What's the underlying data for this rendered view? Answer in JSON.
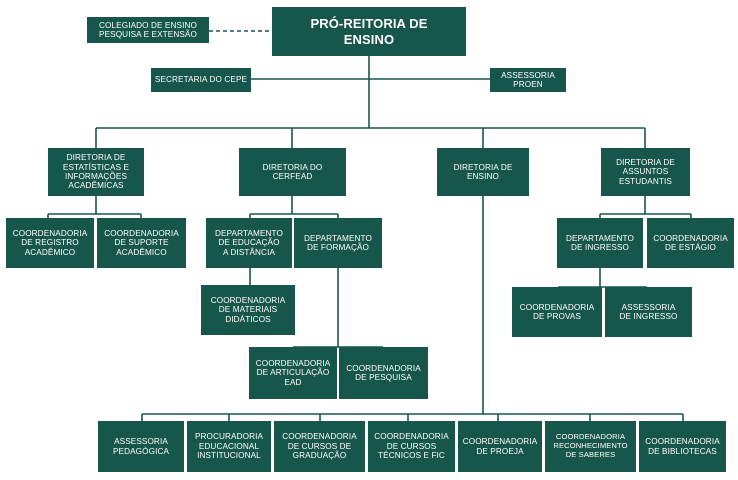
{
  "org_chart": {
    "root": "PRÓ-REITORIA DE\nENSINO",
    "council": "COLEGIADO DE ENSINO\nPESQUISA E EXTENSÃO",
    "secretaria": "SECRETARIA DO CEPE",
    "assessoria_proen": "ASSESSORIA\nPROEN",
    "directorates": {
      "estatisticas": "DIRETORIA DE\nESTATÍSTICAS E\nINFORMAÇÕES\nACADÊMICAS",
      "cerfead": "DIRETORIA DO\nCERFEAD",
      "ensino": "DIRETORIA DE\nENSINO",
      "assuntos_estudantis": "DIRETORIA DE\nASSUNTOS\nESTUDANTIS"
    },
    "estatisticas_units": {
      "registro": "COORDENADORIA\nDE REGISTRO\nACADÊMICO",
      "suporte": "COORDENADORIA\nDE SUPORTE\nACADÊMICO"
    },
    "cerfead_units": {
      "educacao_distancia": "DEPARTAMENTO\nDE EDUCAÇÃO\nA DISTÂNCIA",
      "formacao": "DEPARTAMENTO\nDE FORMAÇÃO",
      "materiais": "COORDENADORIA\nDE MATERIAIS\nDIDÁTICOS",
      "articulacao": "COORDENADORIA\nDE ARTICULAÇÃO\nEaD",
      "pesquisa": "COORDENADORIA\nDE PESQUISA"
    },
    "estudantis_units": {
      "ingresso_dept": "DEPARTAMENTO\nDE INGRESSO",
      "estagio": "COORDENADORIA\nDE ESTÁGIO",
      "provas": "COORDENADORIA\nDE PROVAS",
      "assessoria_ingresso": "ASSESSORIA\nDE INGRESSO"
    },
    "ensino_units": {
      "pedagogica": "ASSESSORIA\nPEDAGÓGICA",
      "procuradoria": "PROCURADORIA\nEDUCACIONAL\nINSTITUCIONAL",
      "graduacao": "COORDENADORIA\nDE CURSOS DE\nGRADUAÇÃO",
      "tecnicos": "COORDENADORIA\nDE CURSOS\nTÉCNICOS E FIC",
      "proeja": "COORDENADORIA\nDE PROEJA",
      "saberes": "COORDENADORIA\nRECONHECIMENTO\nDE SABERES",
      "bibliotecas": "COORDENADORIA\nDE BIBLIOTECAS"
    }
  },
  "colors": {
    "box": "#17564b",
    "line": "#17564b",
    "text": "#ffffff"
  }
}
